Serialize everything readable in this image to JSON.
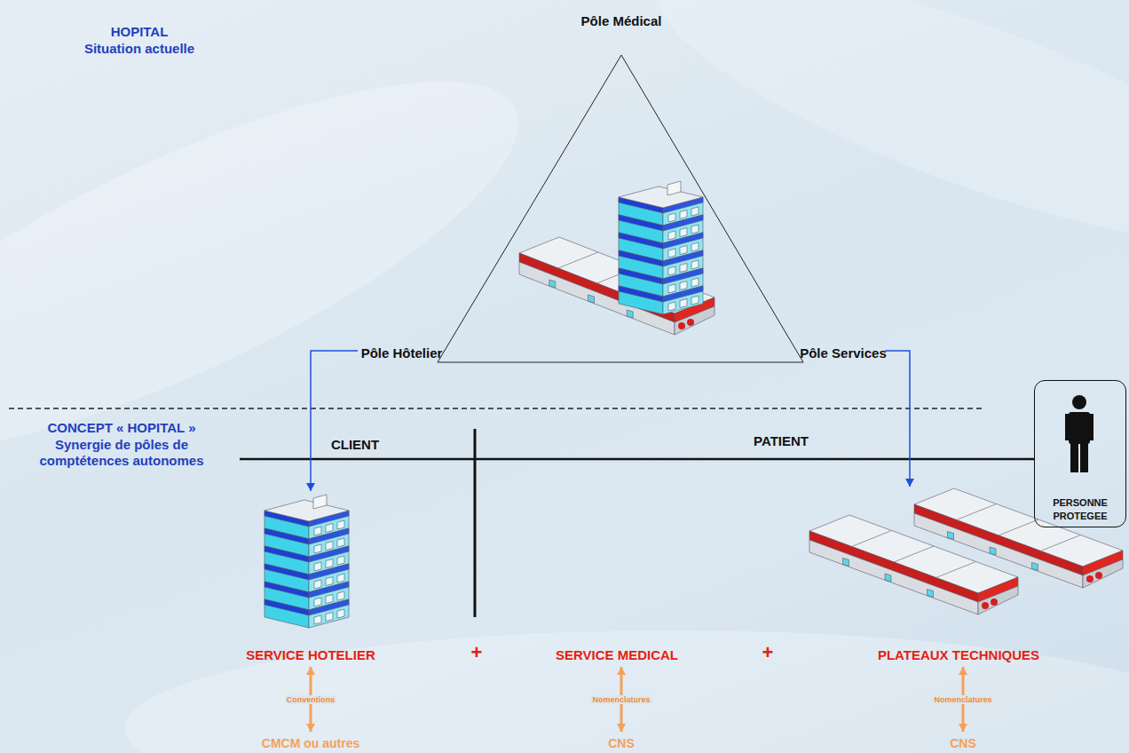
{
  "diagram": {
    "title": "HOPITAL Situation actuelle",
    "nodes": [
      {
        "text": [
          "Pôle Médical"
        ]
      },
      {
        "text": [
          "Pôle Hôtelier"
        ]
      },
      {
        "text": [
          "Pôle Services"
        ]
      },
      {
        "text": [
          "PERSONNE PROTEGEE"
        ]
      },
      {
        "text": [
          "SERVICE HOTELIER"
        ]
      },
      {
        "text": [
          "SERVICE MEDICAL"
        ]
      },
      {
        "text": [
          "PLATEAUX TECHNIQUES"
        ]
      },
      {
        "text": [
          "CMCM ou autres"
        ]
      },
      {
        "text": [
          "CNS"
        ]
      },
      {
        "text": [
          "CNS"
        ]
      }
    ],
    "edges": [
      {
        "from": 1,
        "to": 4,
        "arrow": "to"
      },
      {
        "from": 2,
        "to": 6,
        "arrow": "to"
      },
      {
        "from": 4,
        "to": 7,
        "label": "Conventions",
        "arrow": "both"
      },
      {
        "from": 5,
        "to": 8,
        "label": "Nomenclatures",
        "arrow": "both"
      },
      {
        "from": 6,
        "to": 9,
        "label": "Nomenclatures",
        "arrow": "both"
      }
    ],
    "labels": [
      "CONCEPT « HOPITAL »",
      "Synergie de pôles de comptétences autonomes",
      "CLIENT",
      "PATIENT",
      "+",
      "+"
    ]
  }
}
